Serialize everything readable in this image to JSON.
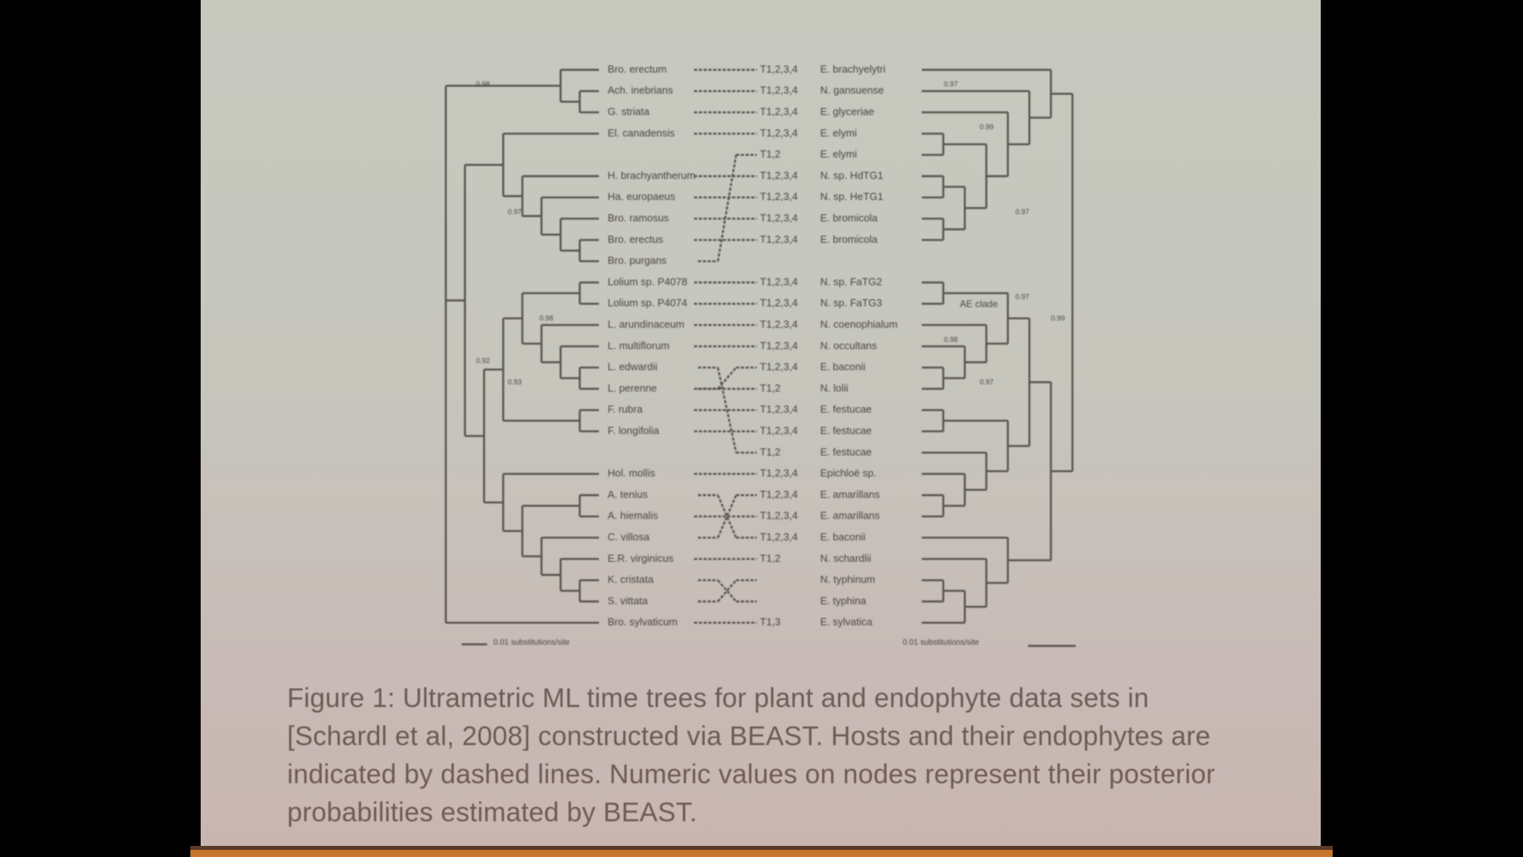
{
  "figure": {
    "rows": [
      {
        "host": "Bro. erectum",
        "markers": "T1,2,3,4",
        "endophyte": "E. brachyelytri"
      },
      {
        "host": "Ach. inebrians",
        "markers": "T1,2,3,4",
        "endophyte": "N. gansuense"
      },
      {
        "host": "G. striata",
        "markers": "T1,2,3,4",
        "endophyte": "E. glyceriae"
      },
      {
        "host": "El. canadensis",
        "markers": "T1,2,3,4",
        "endophyte": "E. elymi"
      },
      {
        "host": "",
        "markers": "T1,2",
        "endophyte": "E. elymi"
      },
      {
        "host": "H. brachyantherum",
        "markers": "T1,2,3,4",
        "endophyte": "N. sp. HdTG1"
      },
      {
        "host": "Ha. europaeus",
        "markers": "T1,2,3,4",
        "endophyte": "N. sp. HeTG1"
      },
      {
        "host": "Bro. ramosus",
        "markers": "T1,2,3,4",
        "endophyte": "E. bromicola"
      },
      {
        "host": "Bro. erectus",
        "markers": "T1,2,3,4",
        "endophyte": "E. bromicola"
      },
      {
        "host": "Bro. purgans",
        "markers": "",
        "endophyte": ""
      },
      {
        "host": "Lolium sp. P4078",
        "markers": "T1,2,3,4",
        "endophyte": "N. sp. FaTG2"
      },
      {
        "host": "Lolium sp. P4074",
        "markers": "T1,2,3,4",
        "endophyte": "N. sp. FaTG3"
      },
      {
        "host": "L. arundinaceum",
        "markers": "T1,2,3,4",
        "endophyte": "N. coenophialum"
      },
      {
        "host": "L. multiflorum",
        "markers": "T1,2,3,4",
        "endophyte": "N. occultans"
      },
      {
        "host": "L. edwardii",
        "markers": "T1,2,3,4",
        "endophyte": "E. baconii"
      },
      {
        "host": "L. perenne",
        "markers": "T1,2",
        "endophyte": "N. lolii"
      },
      {
        "host": "F. rubra",
        "markers": "T1,2,3,4",
        "endophyte": "E. festucae"
      },
      {
        "host": "F. longifolia",
        "markers": "T1,2,3,4",
        "endophyte": "E. festucae"
      },
      {
        "host": "",
        "markers": "T1,2",
        "endophyte": "E. festucae"
      },
      {
        "host": "Hol. mollis",
        "markers": "T1,2,3,4",
        "endophyte": "Epichloë sp."
      },
      {
        "host": "A. tenius",
        "markers": "T1,2,3,4",
        "endophyte": "E. amarillans"
      },
      {
        "host": "A. hiemalis",
        "markers": "T1,2,3,4",
        "endophyte": "E. amarillans"
      },
      {
        "host": "C. villosa",
        "markers": "T1,2,3,4",
        "endophyte": "E. baconii"
      },
      {
        "host": "E.R. virginicus",
        "markers": "T1,2",
        "endophyte": "N. schardlii"
      },
      {
        "host": "K. cristata",
        "markers": "",
        "endophyte": "N. typhinum"
      },
      {
        "host": "S. vittata",
        "markers": "",
        "endophyte": "E. typhina"
      },
      {
        "host": "Bro. sylvaticum",
        "markers": "T1,3",
        "endophyte": "E. sylvatica"
      }
    ],
    "host_endophyte_links": [
      [
        0,
        0
      ],
      [
        1,
        1
      ],
      [
        2,
        2
      ],
      [
        3,
        3
      ],
      [
        9,
        4
      ],
      [
        5,
        5
      ],
      [
        6,
        6
      ],
      [
        7,
        7
      ],
      [
        8,
        8
      ],
      [
        10,
        10
      ],
      [
        11,
        11
      ],
      [
        12,
        12
      ],
      [
        13,
        13
      ],
      [
        14,
        18
      ],
      [
        15,
        14
      ],
      [
        16,
        16
      ],
      [
        17,
        17
      ],
      [
        15,
        15
      ],
      [
        19,
        19
      ],
      [
        20,
        22
      ],
      [
        21,
        21
      ],
      [
        22,
        20
      ],
      [
        23,
        23
      ],
      [
        24,
        25
      ],
      [
        25,
        24
      ],
      [
        26,
        26
      ]
    ],
    "host_tree": [
      [
        0,
        [
          1,
          2
        ]
      ],
      [
        [
          [
            3,
            [
              5,
              [
                6,
                [
                  7,
                  [
                    8,
                    9
                  ]
                ]
              ]
            ]
          ]
        ],
        [
          [
            [
              [
                10,
                11
              ],
              [
                12,
                [
                  13,
                  [
                    14,
                    15
                  ]
                ]
              ]
            ],
            [
              16,
              17
            ]
          ],
          [
            19,
            [
              [
                20,
                21
              ],
              [
                22,
                [
                  23,
                  [
                    24,
                    25
                  ]
                ]
              ]
            ]
          ]
        ]
      ],
      26
    ],
    "endophyte_tree": [
      [
        0,
        [
          1,
          [
            2,
            [
              [
                3,
                4
              ],
              [
                [
                  5,
                  6
                ],
                [
                  7,
                  8
                ]
              ]
            ]
          ]
        ]
      ],
      [
        [
          [
            [
              10,
              11
            ],
            [
              12,
              [
                13,
                [
                  14,
                  15
                ]
              ]
            ]
          ],
          [
            [
              16,
              17
            ],
            [
              18,
              [
                19,
                [
                  20,
                  21
                ]
              ]
            ]
          ]
        ],
        [
          22,
          [
            23,
            [
              [
                24,
                25
              ],
              26
            ]
          ]
        ]
      ]
    ],
    "host_posteriors": [
      {
        "text": "0.98",
        "row": 1
      },
      {
        "text": "0.97",
        "row": 7
      },
      {
        "text": "0.98",
        "row": 12
      },
      {
        "text": "0.92",
        "row": 14
      },
      {
        "text": "0.93",
        "row": 15
      }
    ],
    "endophyte_posteriors": [
      {
        "text": "0.97",
        "row": 1
      },
      {
        "text": "0.99",
        "row": 3
      },
      {
        "text": "0.97",
        "row": 7
      },
      {
        "text": "0.99",
        "row": 12
      },
      {
        "text": "0.98",
        "row": 13
      },
      {
        "text": "0.97",
        "row": 15
      },
      {
        "text": "0.97",
        "row": 11
      }
    ],
    "clade_label": "AE clade",
    "host_scale_label": "0.01 substitutions/site",
    "endophyte_scale_label": "0.01 substitutions/site",
    "line_color": "#56524b"
  },
  "caption": {
    "lines": [
      "Figure 1: Ultrametric ML time trees for plant and endophyte data sets in",
      "[Schardl et al, 2008] constructed via BEAST. Hosts and their endophytes are",
      "indicated by dashed lines. Numeric values on nodes represent their posterior",
      "probabilities estimated by BEAST."
    ]
  }
}
